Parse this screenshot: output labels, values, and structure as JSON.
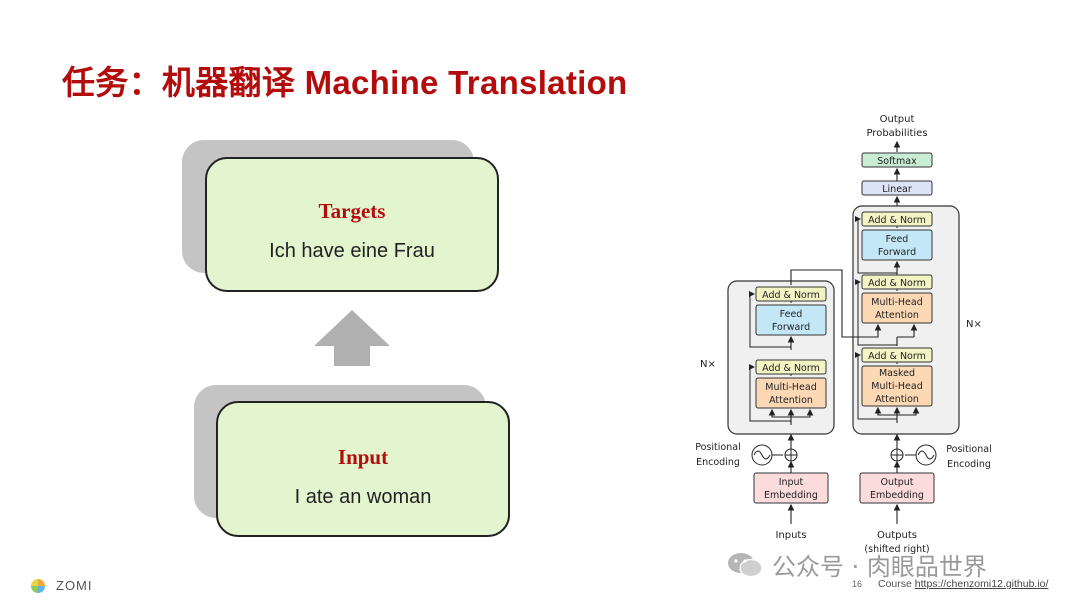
{
  "slide": {
    "title": "任务：机器翻译 Machine Translation"
  },
  "targets_card": {
    "heading": "Targets",
    "text": "Ich have eine Frau"
  },
  "input_card": {
    "heading": "Input",
    "text": "I ate an woman"
  },
  "transformer": {
    "output_probabilities": [
      "Output",
      "Probabilities"
    ],
    "softmax": "Softmax",
    "linear": "Linear",
    "add_norm": "Add & Norm",
    "feed_forward": [
      "Feed",
      "Forward"
    ],
    "multi_head_attention": [
      "Multi-Head",
      "Attention"
    ],
    "masked_multi_head_attention": [
      "Masked",
      "Multi-Head",
      "Attention"
    ],
    "nx": "N×",
    "positional_encoding": [
      "Positional",
      "Encoding"
    ],
    "input_embedding": [
      "Input",
      "Embedding"
    ],
    "output_embedding": [
      "Output",
      "Embedding"
    ],
    "inputs": "Inputs",
    "outputs": [
      "Outputs",
      "(shifted right)"
    ]
  },
  "footer": {
    "brand": "ZOMI",
    "page_number": "16",
    "course_label": "Course ",
    "course_link": "https://chenzomi12.github.io/"
  },
  "watermark": {
    "text": "公众号 · 肉眼品世界"
  },
  "colors": {
    "title": "#b30c0c",
    "card_fill": "#e2f5cf",
    "card_shadow": "#c4c4c4",
    "add_norm": "#f2f4c4",
    "feed_forward": "#c4e7f7",
    "attention": "#fcd9b4",
    "embedding": "#fbdbdc",
    "softmax": "#c8ecd4",
    "linear": "#dde3f7",
    "block_bg": "#f0f0f0"
  }
}
